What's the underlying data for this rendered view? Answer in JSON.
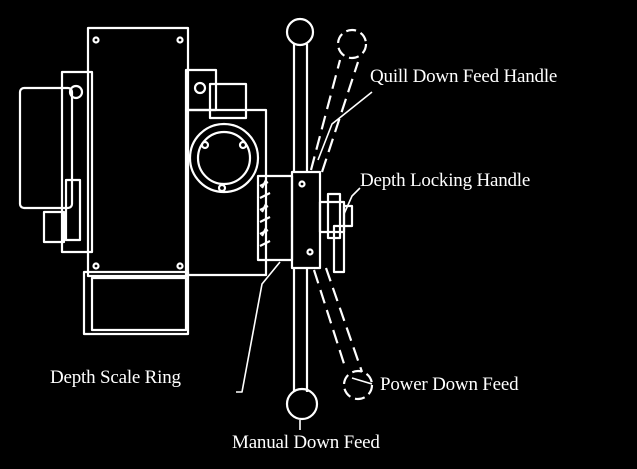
{
  "diagram": {
    "labels": {
      "quill_down_feed_handle": "Quill Down Feed Handle",
      "depth_locking_handle": "Depth Locking Handle",
      "depth_scale_ring": "Depth Scale Ring",
      "power_down_feed": "Power Down Feed",
      "manual_down_feed": "Manual Down Feed"
    },
    "colors": {
      "background": "#000000",
      "line": "#ffffff"
    }
  }
}
